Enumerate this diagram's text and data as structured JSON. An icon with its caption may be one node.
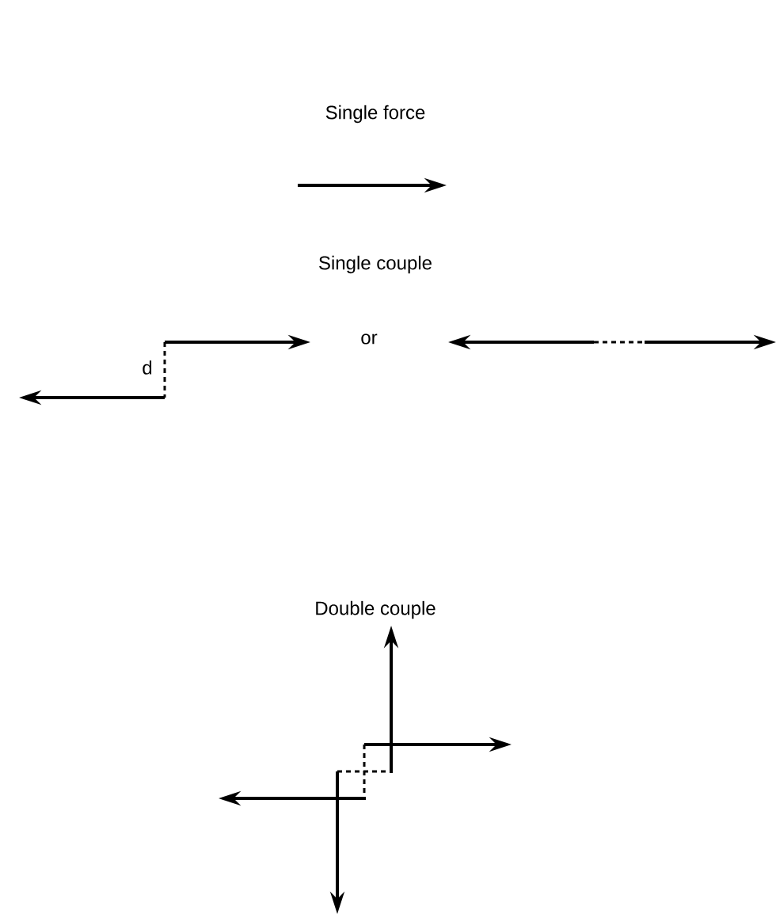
{
  "diagram": {
    "labels": [
      "Single force",
      "Single couple",
      "or",
      "d",
      "Double couple"
    ]
  }
}
